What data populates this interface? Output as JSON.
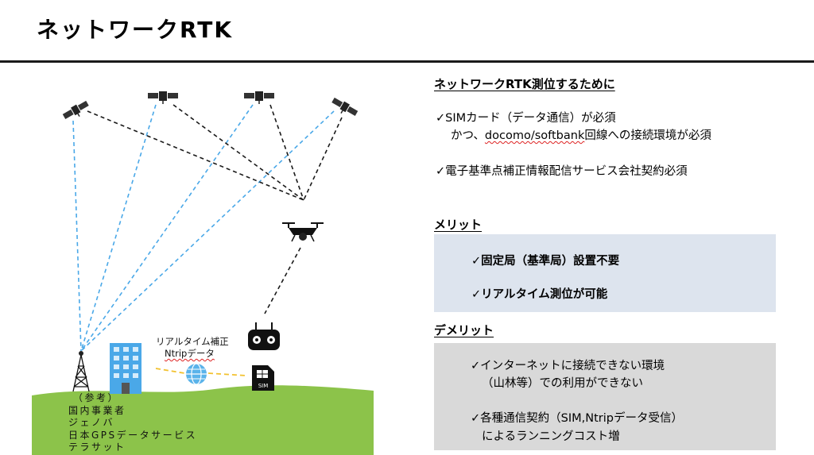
{
  "title": "ネットワークRTK",
  "diagram": {
    "correction_label_1": "リアルタイム補正",
    "correction_label_2": "Ntripデータ",
    "sim_label": "SIM",
    "reference_lines": [
      "（参考）",
      "国内事業者",
      "ジェノバ",
      "日本GPSデータサービス",
      "テラサット"
    ]
  },
  "requirements": {
    "heading": "ネットワークRTK測位するために",
    "item1_line1": "✓SIMカード（データ通信）が必須",
    "item1_line2_prefix": "かつ、",
    "item1_line2_link": "docomo/softbank",
    "item1_line2_suffix": "回線への接続環境が必須",
    "item2": "✓電子基準点補正情報配信サービス会社契約必須"
  },
  "merit": {
    "heading": "メリット",
    "items": [
      "✓固定局（基準局）設置不要",
      "✓リアルタイム測位が可能"
    ]
  },
  "demerit": {
    "heading": "デメリット",
    "item1_line1": "✓インターネットに接続できない環境",
    "item1_line2": "（山林等）での利用ができない",
    "item2_line1": "✓各種通信契約（SIM,Ntripデータ受信）",
    "item2_line2": "によるランニングコスト増"
  },
  "colors": {
    "accent_blue": "#4aa8e8",
    "ground_green": "#8cc34a",
    "merit_bg": "#dde4ee",
    "demerit_bg": "#d9d9d9",
    "correction_dash": "#f2c12e"
  }
}
